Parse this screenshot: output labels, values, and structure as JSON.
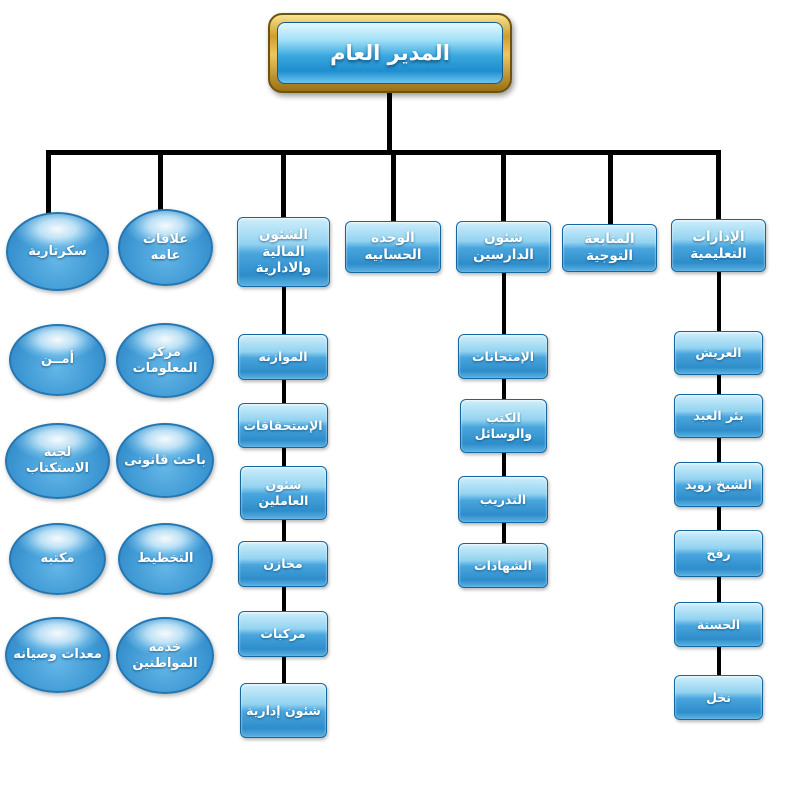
{
  "root": {
    "label": "المدير العام"
  },
  "columns": [
    {
      "name": "secretariat-branch",
      "shape": "ellipse",
      "items": [
        {
          "label": "سكرتارية"
        },
        {
          "label": "أمــن"
        },
        {
          "label": "لجنة الاستكتاب"
        },
        {
          "label": "مكتبه"
        },
        {
          "label": "معدات وصيانه"
        }
      ]
    },
    {
      "name": "public-relations-branch",
      "shape": "ellipse",
      "items": [
        {
          "label": "علاقات عامه"
        },
        {
          "label": "مركز المعلومات"
        },
        {
          "label": "باحث قانونى"
        },
        {
          "label": "التخطيط"
        },
        {
          "label": "خدمه المواطنين"
        }
      ]
    },
    {
      "name": "financial-admin-branch",
      "shape": "rect",
      "items": [
        {
          "label": "الشئون المالية والادارية"
        },
        {
          "label": "الموازنه"
        },
        {
          "label": "الإستحقاقات"
        },
        {
          "label": "شئون العاملين"
        },
        {
          "label": "مخازن"
        },
        {
          "label": "مركبات"
        },
        {
          "label": "شئون إدارية"
        }
      ]
    },
    {
      "name": "accounting-unit-branch",
      "shape": "rect",
      "items": [
        {
          "label": "الوحده الحسابيه"
        }
      ]
    },
    {
      "name": "students-affairs-branch",
      "shape": "rect",
      "items": [
        {
          "label": "شئون الدارسين"
        },
        {
          "label": "الإمتحانات"
        },
        {
          "label": "الكتب والوسائل"
        },
        {
          "label": "التدريب"
        },
        {
          "label": "الشهادات"
        }
      ]
    },
    {
      "name": "followup-guidance-branch",
      "shape": "rect",
      "items": [
        {
          "label": "المتابعة التوجية"
        }
      ]
    },
    {
      "name": "educational-directorates-branch",
      "shape": "rect",
      "items": [
        {
          "label": "الإدارات التعليمية"
        },
        {
          "label": "العريش"
        },
        {
          "label": "بئر العبد"
        },
        {
          "label": "الشيخ زويد"
        },
        {
          "label": "رفح"
        },
        {
          "label": "الحسنة"
        },
        {
          "label": "نخل"
        }
      ]
    }
  ],
  "colors": {
    "node_blue": "#3d9ad5",
    "node_light": "#aadcf2",
    "frame_gold": "#cf9d2e",
    "connector": "#000000",
    "background": "#ffffff"
  }
}
